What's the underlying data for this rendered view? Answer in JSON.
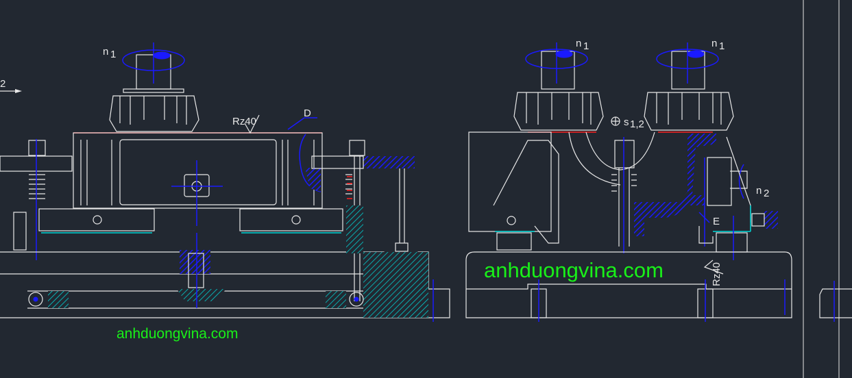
{
  "drawing": {
    "labels": {
      "n1_left": "n",
      "n1_left_sub": "1",
      "n1_mid": "n",
      "n1_mid_sub": "1",
      "n1_right": "n",
      "n1_right_sub": "1",
      "feed_label": "2",
      "rz_left": "Rz40",
      "rz_right": "Rz40",
      "d_label": "D",
      "s_label": "s",
      "s_sub": "1,2",
      "n2_label": "n",
      "n2_sub": "2",
      "e_label": "E"
    },
    "watermarks": {
      "bottom": "anhduongvina.com",
      "center": "anhduongvina.com"
    },
    "colors": {
      "background": "#222831",
      "lines": "#e8e8e8",
      "blue": "#1a1aff",
      "red": "#ff2020",
      "cyan": "#00d8d8",
      "watermark": "#19f019"
    }
  }
}
